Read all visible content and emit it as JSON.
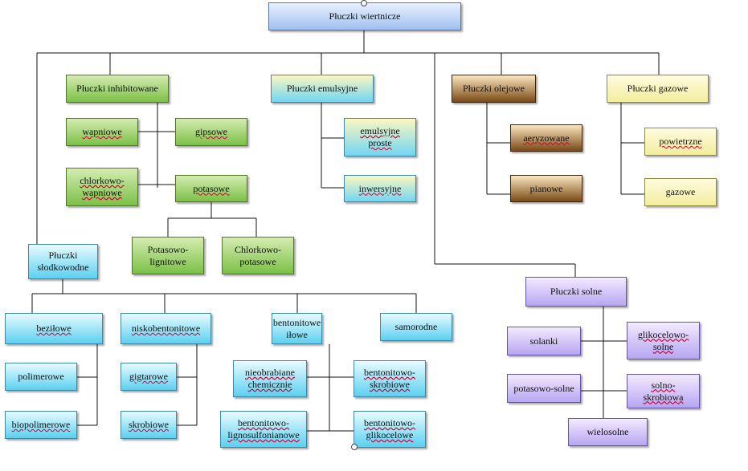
{
  "root": "Płuczki wiertnicze",
  "inhibited": {
    "title": "Płuczki inhibitowane",
    "wapniowe": "wapniowe",
    "gipsowe": "gipsowe",
    "chlorkowo_wapniowe": [
      "chlorkowo-",
      "wapniowe"
    ],
    "potasowe": "potasowe",
    "potasowo_lignitowe": [
      "Potasowo-",
      "lignitowe"
    ],
    "chlorkowo_potasowe": [
      "Chlorkowo-",
      "potasowe"
    ]
  },
  "emulsion": {
    "title": "Płuczki emulsyjne",
    "proste": [
      "emulsyjne",
      "proste"
    ],
    "inwersyjne": "inwersyjne"
  },
  "oil": {
    "title": "Płuczki olejowe",
    "aeryzowane": "aeryzowane",
    "pianowe": "pianowe"
  },
  "gas": {
    "title": "Płuczki gazowe",
    "powietrzne": "powietrzne",
    "gazowe": "gazowe"
  },
  "freshwater": {
    "title": [
      "Płuczki",
      "słodkowodne"
    ],
    "beziłowe": "beziłowe",
    "polimerowe": "polimerowe",
    "biopolimerowe": "biopolimerowe",
    "niskobentonitowe": "niskobentonitowe",
    "gigtarowe": "gigtarowe",
    "skrobiowe": "skrobiowe",
    "bentonitowe_ilowe": [
      "bentonitowe",
      "iłowe"
    ],
    "samorodne": "samorodne",
    "nieobrabiane": [
      "nieobrabiane",
      "chemicznie"
    ],
    "lignosulfonianowe": [
      "bentonitowo-",
      "lignosulfonianowe"
    ],
    "skrobiowe2": [
      "bentonitowo-",
      "skrobiowe"
    ],
    "glikocelowe": [
      "bentonitowo-",
      "glikocelowe"
    ]
  },
  "salt": {
    "title": "Płuczki solne",
    "solanki": "solanki",
    "glikocelowo_solne": [
      "glikocelowo-",
      "solne"
    ],
    "potasowo_solne": "potasowo-solne",
    "solno_skrobiowa": [
      "solno-",
      "skrobiowa"
    ],
    "wielosolne": "wielosolne"
  }
}
